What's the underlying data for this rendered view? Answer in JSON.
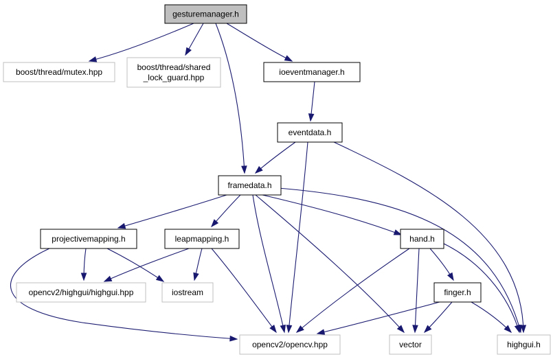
{
  "colors": {
    "edge": "#191970",
    "root_fill": "#bfbfbf",
    "node_border_local": "#000000",
    "node_border_external": "#bfbfbf",
    "node_fill": "#ffffff"
  },
  "nodes": [
    {
      "id": "gesturemanager",
      "label": [
        "gesturemanager.h"
      ],
      "kind": "root"
    },
    {
      "id": "mutex",
      "label": [
        "boost/thread/mutex.hpp"
      ],
      "kind": "external"
    },
    {
      "id": "shared_lock",
      "label": [
        "boost/thread/shared",
        "_lock_guard.hpp"
      ],
      "kind": "external"
    },
    {
      "id": "ioeventmanager",
      "label": [
        "ioeventmanager.h"
      ],
      "kind": "local"
    },
    {
      "id": "eventdata",
      "label": [
        "eventdata.h"
      ],
      "kind": "local"
    },
    {
      "id": "framedata",
      "label": [
        "framedata.h"
      ],
      "kind": "local"
    },
    {
      "id": "projectivemapping",
      "label": [
        "projectivemapping.h"
      ],
      "kind": "local"
    },
    {
      "id": "leapmapping",
      "label": [
        "leapmapping.h"
      ],
      "kind": "local"
    },
    {
      "id": "hand",
      "label": [
        "hand.h"
      ],
      "kind": "local"
    },
    {
      "id": "finger",
      "label": [
        "finger.h"
      ],
      "kind": "local"
    },
    {
      "id": "highgui_hpp",
      "label": [
        "opencv2/highgui/highgui.hpp"
      ],
      "kind": "external"
    },
    {
      "id": "iostream",
      "label": [
        "iostream"
      ],
      "kind": "external"
    },
    {
      "id": "opencv",
      "label": [
        "opencv2/opencv.hpp"
      ],
      "kind": "external"
    },
    {
      "id": "vector",
      "label": [
        "vector"
      ],
      "kind": "external"
    },
    {
      "id": "highgui_h",
      "label": [
        "highgui.h"
      ],
      "kind": "external"
    }
  ],
  "edges": [
    {
      "from": "gesturemanager",
      "to": "mutex"
    },
    {
      "from": "gesturemanager",
      "to": "shared_lock"
    },
    {
      "from": "gesturemanager",
      "to": "ioeventmanager"
    },
    {
      "from": "gesturemanager",
      "to": "framedata"
    },
    {
      "from": "ioeventmanager",
      "to": "eventdata"
    },
    {
      "from": "eventdata",
      "to": "framedata"
    },
    {
      "from": "eventdata",
      "to": "opencv"
    },
    {
      "from": "eventdata",
      "to": "highgui_h"
    },
    {
      "from": "framedata",
      "to": "projectivemapping"
    },
    {
      "from": "framedata",
      "to": "leapmapping"
    },
    {
      "from": "framedata",
      "to": "hand"
    },
    {
      "from": "framedata",
      "to": "opencv"
    },
    {
      "from": "framedata",
      "to": "vector"
    },
    {
      "from": "framedata",
      "to": "highgui_h"
    },
    {
      "from": "projectivemapping",
      "to": "highgui_hpp"
    },
    {
      "from": "projectivemapping",
      "to": "iostream"
    },
    {
      "from": "projectivemapping",
      "to": "opencv"
    },
    {
      "from": "leapmapping",
      "to": "highgui_hpp"
    },
    {
      "from": "leapmapping",
      "to": "iostream"
    },
    {
      "from": "leapmapping",
      "to": "opencv"
    },
    {
      "from": "hand",
      "to": "finger"
    },
    {
      "from": "hand",
      "to": "opencv"
    },
    {
      "from": "hand",
      "to": "vector"
    },
    {
      "from": "hand",
      "to": "highgui_h"
    },
    {
      "from": "finger",
      "to": "opencv"
    },
    {
      "from": "finger",
      "to": "vector"
    },
    {
      "from": "finger",
      "to": "highgui_h"
    }
  ]
}
